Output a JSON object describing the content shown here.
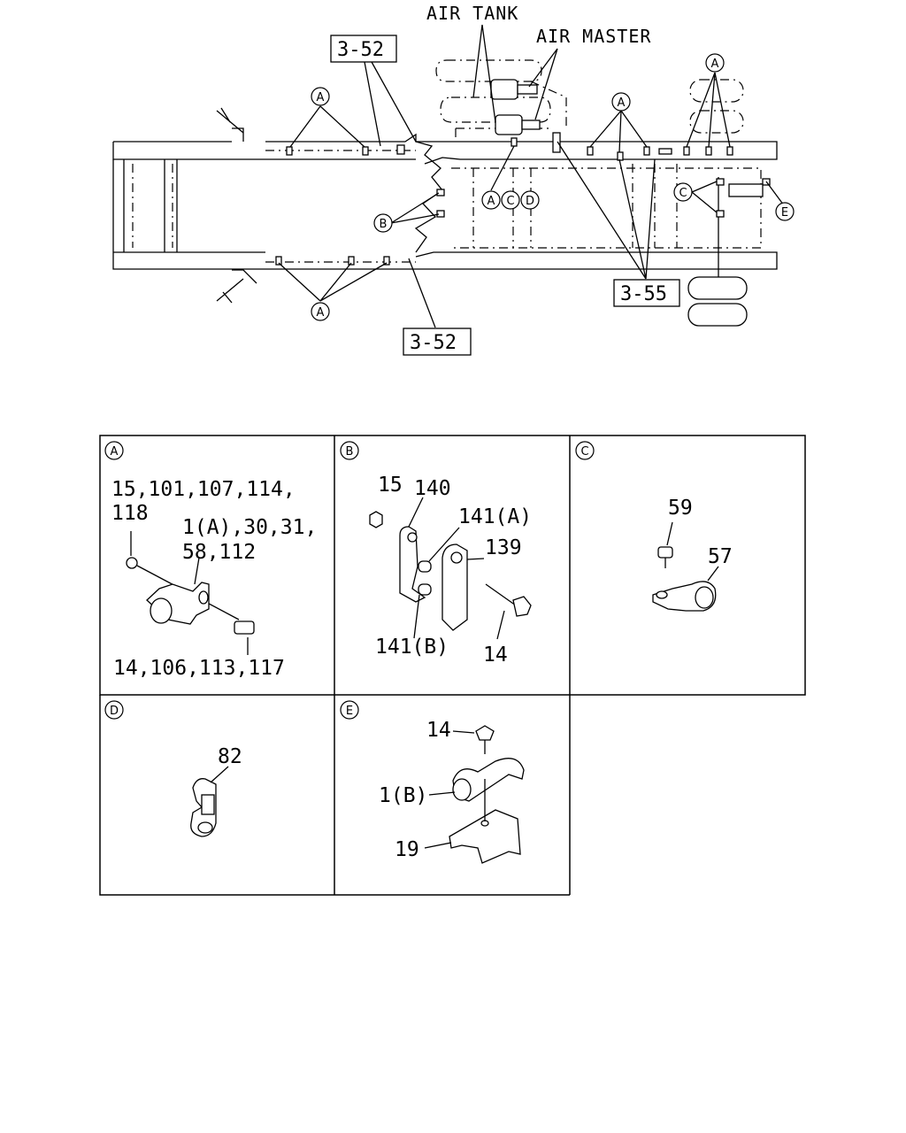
{
  "top_diagram": {
    "labels": {
      "air_tank": "AIR TANK",
      "air_master": "AIR MASTER"
    },
    "ref_boxes": [
      "3-52",
      "3-55",
      "3-52"
    ],
    "markers": {
      "A": "A",
      "B": "B",
      "C": "C",
      "D": "D",
      "E": "E"
    }
  },
  "panels": {
    "A": {
      "letter": "A",
      "text": [
        "15,101,107,114,",
        "118",
        "1(A),30,31,",
        "58,112",
        "14,106,113,117"
      ]
    },
    "B": {
      "letter": "B",
      "text": [
        "15",
        "140",
        "141(A)",
        "139",
        "141(B)",
        "14"
      ]
    },
    "C": {
      "letter": "C",
      "text": [
        "59",
        "57"
      ]
    },
    "D": {
      "letter": "D",
      "text": [
        "82"
      ]
    },
    "E": {
      "letter": "E",
      "text": [
        "14",
        "1(B)",
        "19"
      ]
    }
  }
}
